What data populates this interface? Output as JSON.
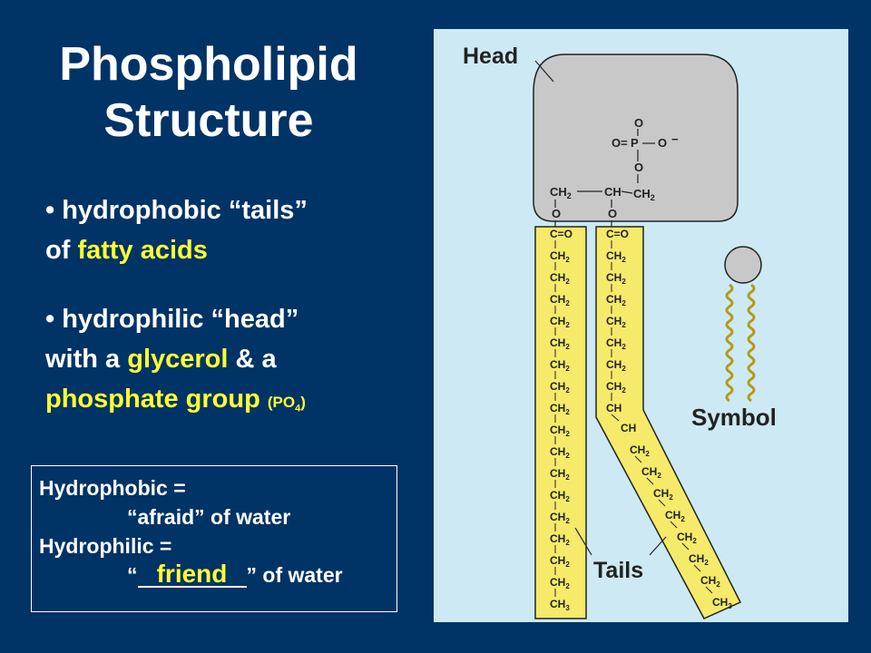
{
  "title": [
    "Phospholipid",
    "Structure"
  ],
  "bullet1": {
    "prefix": "• hydrophobic “tails”",
    "line2_prefix": "of ",
    "highlight": "fatty acids"
  },
  "bullet2": {
    "line1": "• hydrophilic “head”",
    "line2_prefix": "with a ",
    "line2_highlight": "glycerol",
    "line2_suffix": " & a",
    "line3_highlight": "phosphate group",
    "formula_prefix": "(PO",
    "formula_sub": "4",
    "formula_suffix": ")"
  },
  "definitions": {
    "line1": "Hydrophobic =",
    "line2": "“afraid” of water",
    "line3": "Hydrophilic =",
    "open_quote": "“",
    "blank_answer": "friend",
    "close_text": "” of water"
  },
  "diagram": {
    "head_label": "Head",
    "tails_label": "Tails",
    "symbol_label": "Symbol",
    "phosphate": {
      "o_top": "O",
      "o_left": "O=",
      "p": "P",
      "o_right": "O",
      "minus": "−",
      "o_bottom": "O"
    },
    "glycerol": {
      "left": "CH",
      "mid": "CH",
      "right": "CH",
      "sub2": "2"
    },
    "ester_o": "O",
    "carbonyl": "C=O",
    "ch2": "CH",
    "ch3": "CH",
    "ch_double": "CH",
    "colors": {
      "panel": "#cdeaf4",
      "head": "#c8c8c8",
      "tail": "#f5ea6a",
      "highlight": "#ffff33",
      "background": "#003366"
    }
  }
}
